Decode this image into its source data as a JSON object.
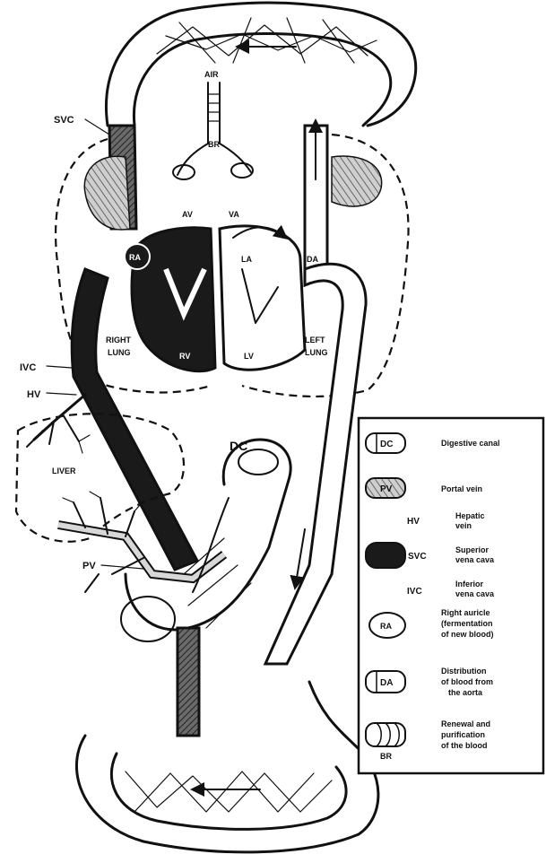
{
  "labels": {
    "air": "AIR",
    "br_top": "BR",
    "svc": "SVC",
    "av": "AV",
    "va": "VA",
    "ra": "RA",
    "la": "LA",
    "da": "DA",
    "right_lung": [
      "RIGHT",
      "LUNG"
    ],
    "left_lung": [
      "LEFT",
      "LUNG"
    ],
    "rv": "RV",
    "lv": "LV",
    "ivc": "IVC",
    "hv": "HV",
    "liver": "LIVER",
    "dc": "DC",
    "pv": "PV"
  },
  "legend": {
    "items": [
      {
        "symbol": "DC",
        "text": [
          "Digestive canal"
        ]
      },
      {
        "symbol": "PV",
        "text": [
          "Portal vein"
        ]
      },
      {
        "symbol": "HV",
        "text": [
          "Hepatic",
          "vein"
        ]
      },
      {
        "symbol": "SVC",
        "text": [
          "Superior",
          "vena cava"
        ]
      },
      {
        "symbol": "IVC",
        "text": [
          "Inferior",
          "vena cava"
        ]
      },
      {
        "symbol": "RA",
        "text": [
          "Right auricle",
          "(fermentation",
          "of new blood)"
        ]
      },
      {
        "symbol": "DA",
        "text": [
          "Distribution",
          "of blood from",
          "the aorta"
        ]
      },
      {
        "symbol": "BR",
        "text": [
          "Renewal and",
          "purification",
          "of the blood"
        ]
      }
    ]
  }
}
